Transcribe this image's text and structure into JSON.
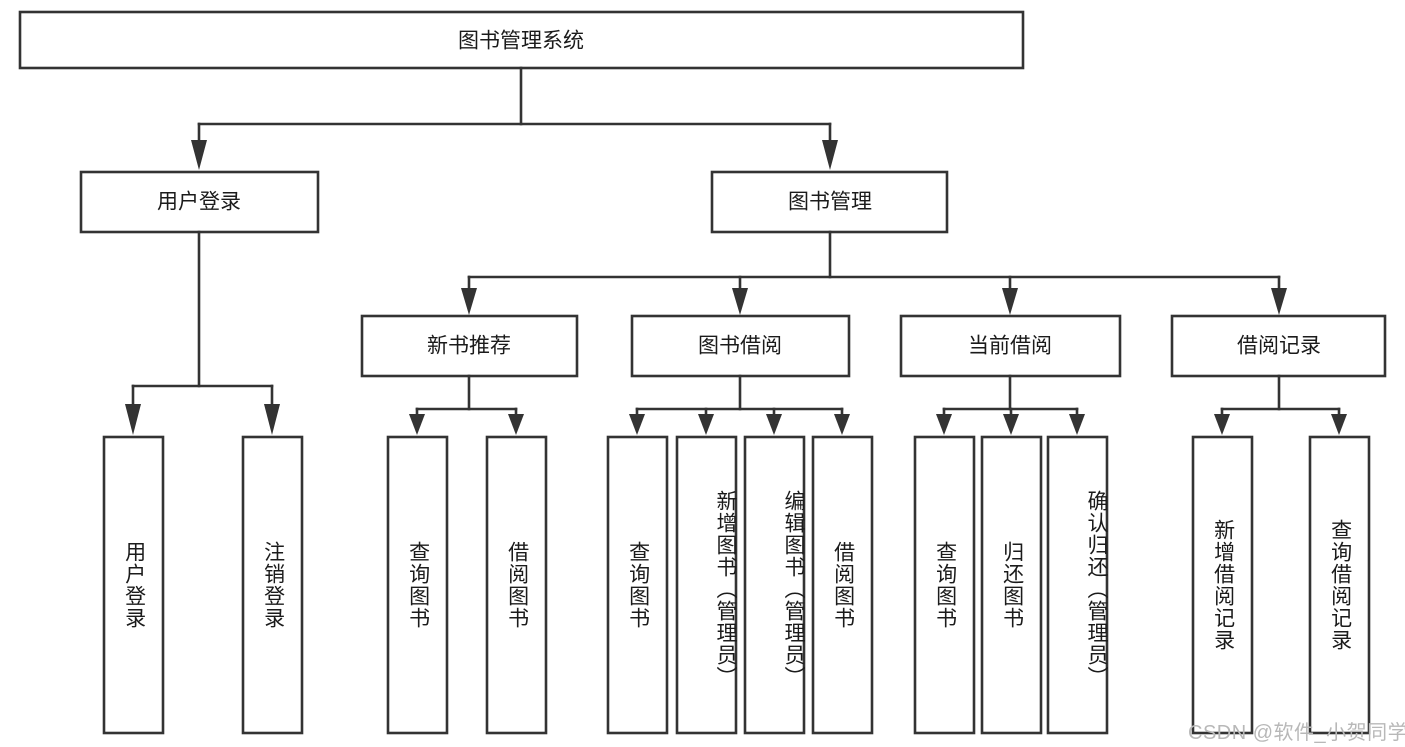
{
  "diagram": {
    "title": "图书管理系统",
    "type": "hierarchy-tree",
    "watermark": "CSDN @软件_小贺同学",
    "colors": {
      "box_stroke": "#333333",
      "box_fill": "#ffffff",
      "text": "#1b1b1b",
      "watermark": "#b8b8b8",
      "background": "#ffffff"
    },
    "root": {
      "label": "图书管理系统"
    },
    "level2": [
      {
        "label": "用户登录"
      },
      {
        "label": "图书管理"
      }
    ],
    "level3": [
      {
        "label": "新书推荐"
      },
      {
        "label": "图书借阅"
      },
      {
        "label": "当前借阅"
      },
      {
        "label": "借阅记录"
      }
    ],
    "leaves": {
      "user_login": [
        {
          "label": "用户登录"
        },
        {
          "label": "注销登录"
        }
      ],
      "new_book_recommend": [
        {
          "label": "查询图书"
        },
        {
          "label": "借阅图书"
        }
      ],
      "book_borrow": [
        {
          "label": "查询图书"
        },
        {
          "label": "新增图书（管理员）"
        },
        {
          "label": "编辑图书（管理员）"
        },
        {
          "label": "借阅图书"
        }
      ],
      "current_borrow": [
        {
          "label": "查询图书"
        },
        {
          "label": "归还图书"
        },
        {
          "label": "确认归还（管理员）"
        }
      ],
      "borrow_record": [
        {
          "label": "新增借阅记录"
        },
        {
          "label": "查询借阅记录"
        }
      ]
    }
  }
}
